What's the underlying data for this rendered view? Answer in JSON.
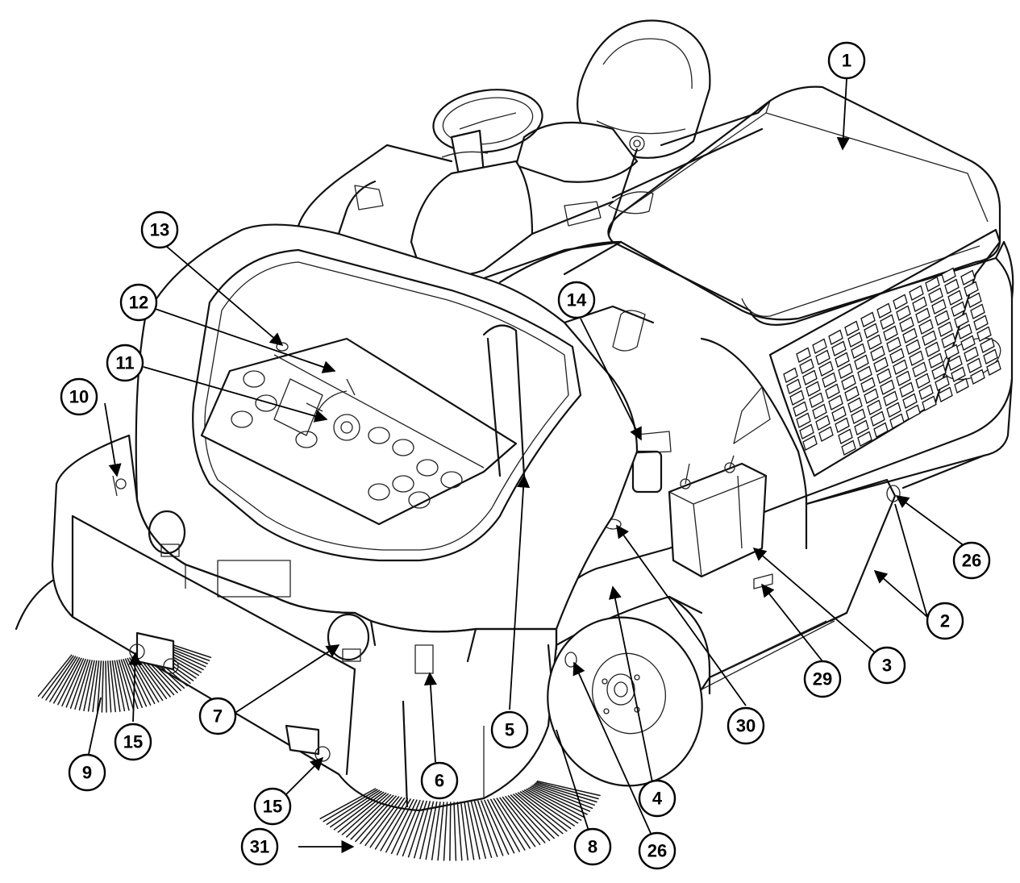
{
  "callouts": [
    {
      "label": "1"
    },
    {
      "label": "2"
    },
    {
      "label": "3"
    },
    {
      "label": "4"
    },
    {
      "label": "5"
    },
    {
      "label": "6"
    },
    {
      "label": "7"
    },
    {
      "label": "8"
    },
    {
      "label": "9"
    },
    {
      "label": "10"
    },
    {
      "label": "11"
    },
    {
      "label": "12"
    },
    {
      "label": "13"
    },
    {
      "label": "14"
    },
    {
      "label": "15"
    },
    {
      "label": "15"
    },
    {
      "label": "26"
    },
    {
      "label": "26"
    },
    {
      "label": "29"
    },
    {
      "label": "30"
    },
    {
      "label": "31"
    }
  ]
}
